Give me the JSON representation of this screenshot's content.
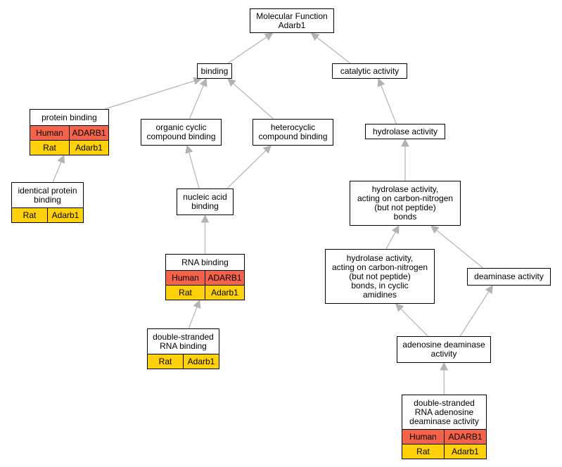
{
  "colors": {
    "human_row": "#f4624a",
    "rat_row": "#ffd10a",
    "edge": "#b3b3b3"
  },
  "nodes": {
    "root": {
      "title": "Molecular Function\nAdarb1"
    },
    "binding": {
      "title": "binding"
    },
    "catalytic": {
      "title": "catalytic activity"
    },
    "protein_binding": {
      "title": "protein binding",
      "rows": [
        {
          "species": "Human",
          "gene": "ADARB1"
        },
        {
          "species": "Rat",
          "gene": "Adarb1"
        }
      ]
    },
    "organic_cyclic": {
      "title": "organic cyclic\ncompound binding"
    },
    "heterocyclic": {
      "title": "heterocyclic\ncompound binding"
    },
    "hydrolase": {
      "title": "hydrolase activity"
    },
    "identical_protein": {
      "title": "identical protein\nbinding",
      "rows": [
        {
          "species": "Rat",
          "gene": "Adarb1"
        }
      ]
    },
    "nucleic_acid": {
      "title": "nucleic acid\nbinding"
    },
    "hydrolase_cn": {
      "title": "hydrolase activity,\nacting on carbon-nitrogen\n(but not peptide)\nbonds"
    },
    "rna_binding": {
      "title": "RNA binding",
      "rows": [
        {
          "species": "Human",
          "gene": "ADARB1"
        },
        {
          "species": "Rat",
          "gene": "Adarb1"
        }
      ]
    },
    "hydrolase_cyclic": {
      "title": "hydrolase activity,\nacting on carbon-nitrogen\n(but not peptide)\nbonds, in cyclic\namidines"
    },
    "deaminase": {
      "title": "deaminase activity"
    },
    "ds_rna_binding": {
      "title": "double-stranded\nRNA binding",
      "rows": [
        {
          "species": "Rat",
          "gene": "Adarb1"
        }
      ]
    },
    "adenosine_deaminase": {
      "title": "adenosine deaminase\nactivity"
    },
    "ds_rna_adenosine_deaminase": {
      "title": "double-stranded\nRNA adenosine\ndeaminase activity",
      "rows": [
        {
          "species": "Human",
          "gene": "ADARB1"
        },
        {
          "species": "Rat",
          "gene": "Adarb1"
        }
      ]
    }
  },
  "edges": [
    {
      "from": "binding",
      "to": "root"
    },
    {
      "from": "catalytic",
      "to": "root"
    },
    {
      "from": "protein_binding",
      "to": "binding"
    },
    {
      "from": "organic_cyclic",
      "to": "binding"
    },
    {
      "from": "heterocyclic",
      "to": "binding"
    },
    {
      "from": "hydrolase",
      "to": "catalytic"
    },
    {
      "from": "identical_protein",
      "to": "protein_binding"
    },
    {
      "from": "nucleic_acid",
      "to": "organic_cyclic"
    },
    {
      "from": "nucleic_acid",
      "to": "heterocyclic"
    },
    {
      "from": "hydrolase_cn",
      "to": "hydrolase"
    },
    {
      "from": "rna_binding",
      "to": "nucleic_acid"
    },
    {
      "from": "hydrolase_cyclic",
      "to": "hydrolase_cn"
    },
    {
      "from": "deaminase",
      "to": "hydrolase_cn"
    },
    {
      "from": "ds_rna_binding",
      "to": "rna_binding"
    },
    {
      "from": "adenosine_deaminase",
      "to": "hydrolase_cyclic"
    },
    {
      "from": "adenosine_deaminase",
      "to": "deaminase"
    },
    {
      "from": "ds_rna_adenosine_deaminase",
      "to": "adenosine_deaminase"
    }
  ]
}
